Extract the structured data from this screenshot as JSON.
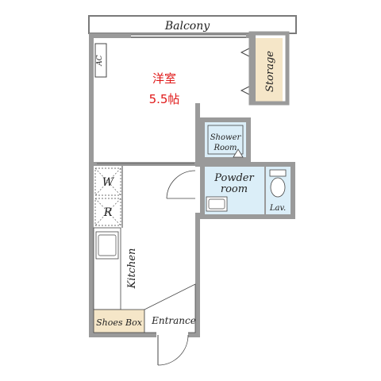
{
  "rooms": {
    "balcony": "Balcony",
    "ac": "AC",
    "western_room": "洋室",
    "western_room_size": "5.5帖",
    "storage": "Storage",
    "shower_room_line1": "Shower",
    "shower_room_line2": "Room",
    "powder_room_line1": "Powder",
    "powder_room_line2": "room",
    "lavatory": "Lav.",
    "walk_in_closet_w": "W",
    "walk_in_closet_r": "R",
    "kitchen": "Kitchen",
    "shoes_box": "Shoes Box",
    "entrance": "Entrance"
  },
  "colors": {
    "wall": "#7a7a7a",
    "wall_fill": "#9a9a9a",
    "floor": "#ffffff",
    "storage": "#f5e6c8",
    "shoes_box": "#f5e6c8",
    "wet_area": "#dbeef8",
    "room_label": "#e01919",
    "line": "#333333"
  }
}
